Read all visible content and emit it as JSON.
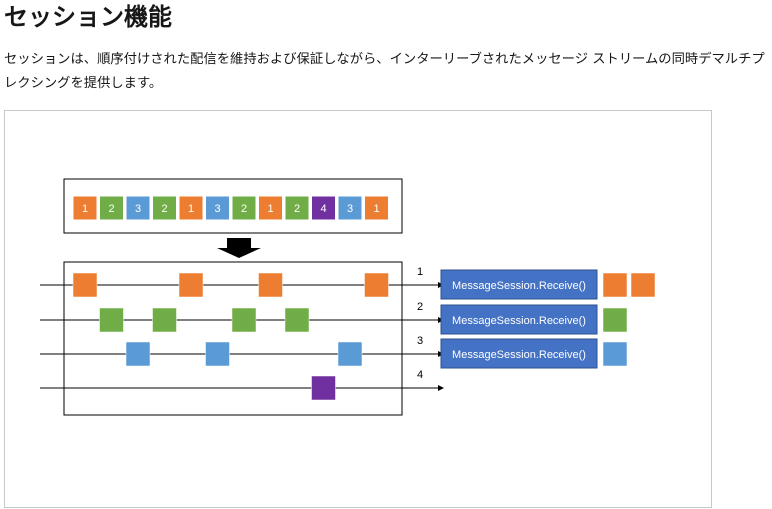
{
  "page": {
    "title": "セッション機能",
    "description": "セッションは、順序付けされた配信を維持および保証しながら、インターリーブされたメッセージ ストリームの同時デマルチプレクシングを提供します。"
  },
  "colors": {
    "1": "#ed7d31",
    "2": "#70ad47",
    "3": "#5b9bd5",
    "4": "#7030a0",
    "receive_box": "#4472c4"
  },
  "diagram": {
    "input_sequence": [
      "1",
      "2",
      "3",
      "2",
      "1",
      "3",
      "2",
      "1",
      "2",
      "4",
      "3",
      "1"
    ],
    "lanes": [
      {
        "label": "1",
        "session": "1",
        "receive_label": "MessageSession.Receive()",
        "received_count": 2
      },
      {
        "label": "2",
        "session": "2",
        "receive_label": "MessageSession.Receive()",
        "received_count": 1
      },
      {
        "label": "3",
        "session": "3",
        "receive_label": "MessageSession.Receive()",
        "received_count": 1
      },
      {
        "label": "4",
        "session": "4",
        "receive_label": "",
        "received_count": 0
      }
    ]
  }
}
